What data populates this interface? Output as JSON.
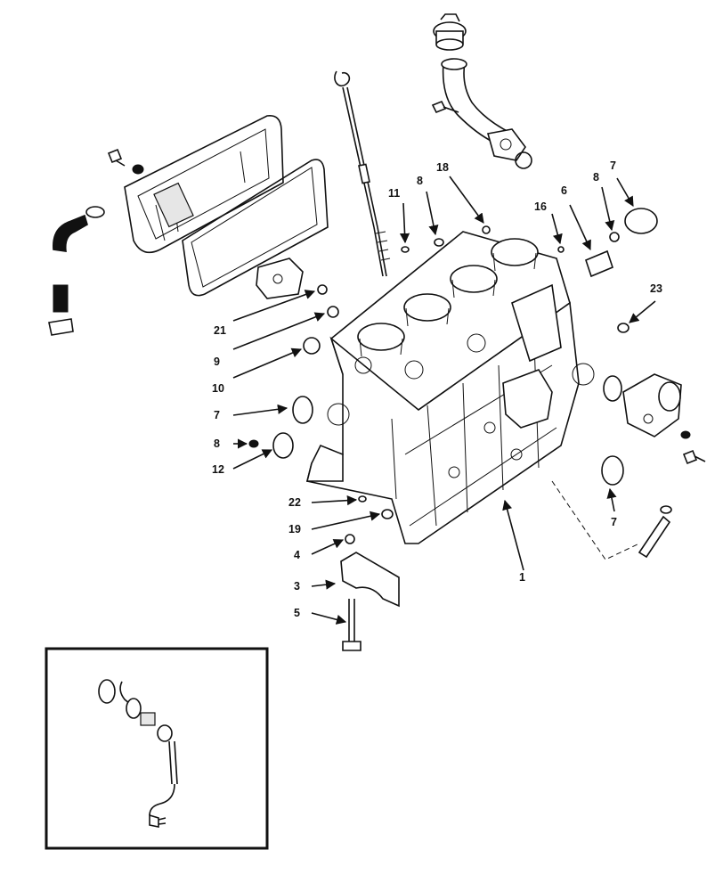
{
  "callouts": {
    "c1": "1",
    "c3": "3",
    "c4": "4",
    "c5": "5",
    "c6": "6",
    "c7a": "7",
    "c7b": "7",
    "c7c": "7",
    "c8a": "8",
    "c8b": "8",
    "c8c": "8",
    "c9": "9",
    "c10": "10",
    "c11": "11",
    "c12": "12",
    "c16": "16",
    "c18": "18",
    "c19": "19",
    "c21": "21",
    "c22": "22",
    "c23": "23"
  },
  "colors": {
    "ink": "#111111",
    "background": "#ffffff"
  }
}
